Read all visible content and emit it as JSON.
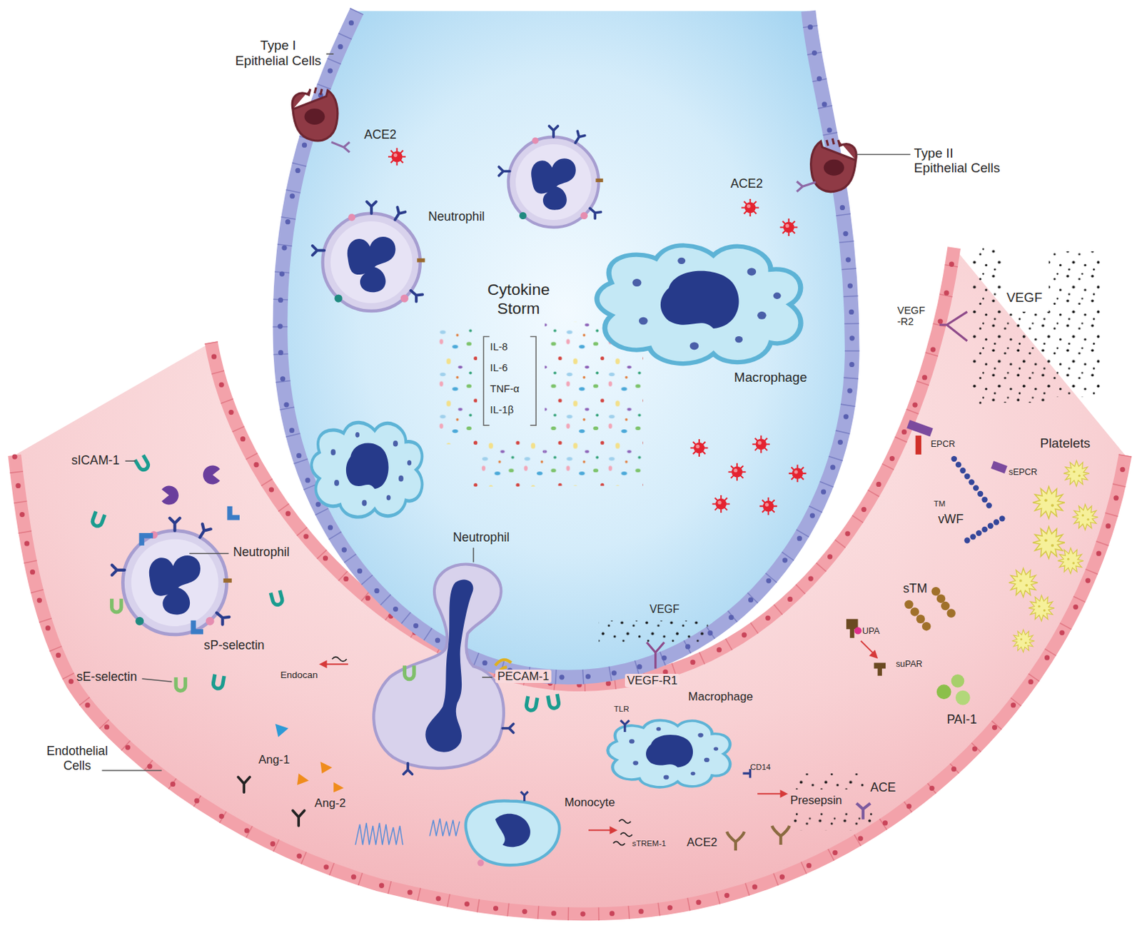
{
  "diagram": {
    "labels": [
      "Type I Epithelial Cells",
      "ACE2",
      "Neutrophil",
      "Type II Epithelial Cells",
      "ACE2",
      "Cytokine Storm",
      "IL-8",
      "IL-6",
      "TNF-α",
      "IL-1β",
      "Macrophage",
      "VEGF -R2",
      "VEGF",
      "sICAM-1",
      "Neutrophil",
      "Neutrophil",
      "EPCR",
      "sEPCR",
      "Platelets",
      "TM",
      "vWF",
      "sP-selectin",
      "sE-selectin",
      "Endocan",
      "PECAM-1",
      "VEGF",
      "VEGF-R1",
      "sTM",
      "UPA",
      "suPAR",
      "PAI-1",
      "Macrophage",
      "TLR",
      "Endothelial Cells",
      "Ang-1",
      "CD14",
      "Presepsin",
      "ACE",
      "Ang-2",
      "Monocyte",
      "sTREM-1",
      "ACE2"
    ]
  }
}
